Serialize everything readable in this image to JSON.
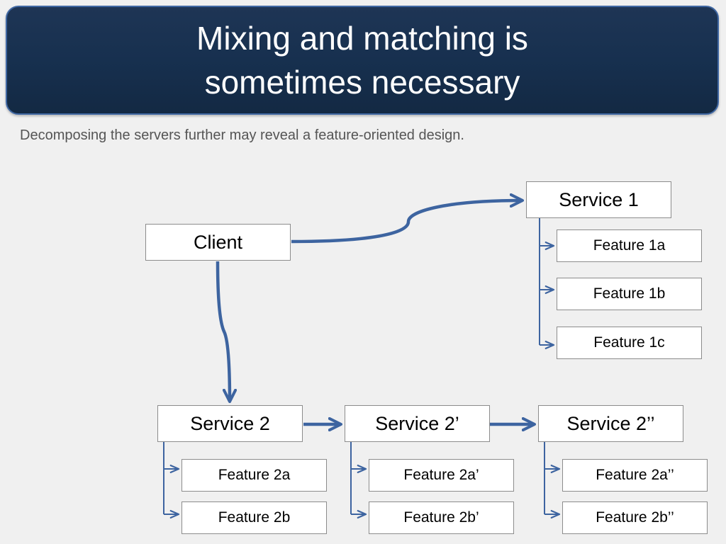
{
  "slide": {
    "title_line1": "Mixing and matching is",
    "title_line2": "sometimes necessary",
    "subtitle": "Decomposing the servers further may reveal a feature-oriented design."
  },
  "diagram": {
    "client": "Client",
    "service1": {
      "label": "Service 1",
      "features": [
        "Feature 1a",
        "Feature 1b",
        "Feature 1c"
      ]
    },
    "service2": {
      "label": "Service 2",
      "features": [
        "Feature 2a",
        "Feature 2b"
      ]
    },
    "service2_prime": {
      "label": "Service 2’",
      "features": [
        "Feature 2a’",
        "Feature 2b’"
      ]
    },
    "service2_double_prime": {
      "label": "Service 2’’",
      "features": [
        "Feature 2a’’",
        "Feature 2b’’"
      ]
    }
  },
  "colors": {
    "title_background": "#17304f",
    "title_border": "#3f67a3",
    "arrow": "#3d64a0",
    "box_border": "#8c8c8c",
    "page_background": "#f0f0f0"
  }
}
